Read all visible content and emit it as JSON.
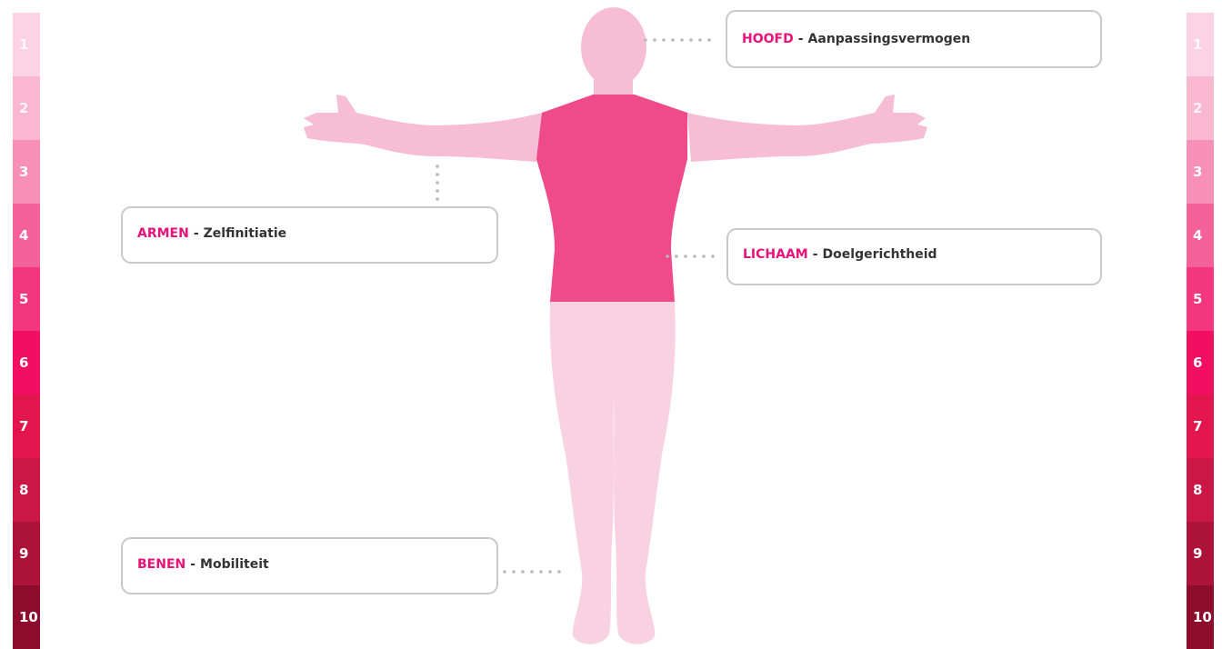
{
  "scale_left": [
    "1",
    "2",
    "3",
    "4",
    "5",
    "6",
    "7",
    "8",
    "9",
    "10"
  ],
  "scale_right": [
    "1",
    "2",
    "3",
    "4",
    "5",
    "6",
    "7",
    "8",
    "9",
    "10"
  ],
  "scale_colors": [
    "#fcd3e3",
    "#f9b7d0",
    "#f88fb7",
    "#f5629a",
    "#f4367f",
    "#f20f62",
    "#e3154f",
    "#cb1745",
    "#ad1239",
    "#8d0c2b"
  ],
  "figure_colors": {
    "body": "#f6bdd5",
    "legs": "#f9d2e2",
    "torso": "#ef4a8a"
  },
  "cards": {
    "hoofd": {
      "key": "HOOFD",
      "sep": "-",
      "label": "Aanpassingsvermogen"
    },
    "armen": {
      "key": "ARMEN",
      "sep": "-",
      "label": "Zelfinitiatie"
    },
    "lichaam": {
      "key": "LICHAAM",
      "sep": "-",
      "label": "Doelgerichtheid"
    },
    "benen": {
      "key": "BENEN",
      "sep": "-",
      "label": "Mobiliteit"
    }
  }
}
